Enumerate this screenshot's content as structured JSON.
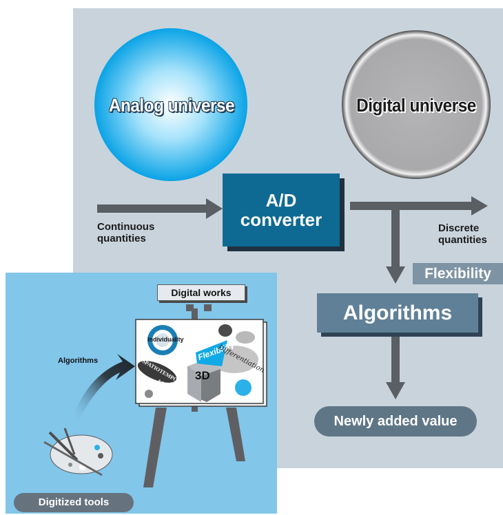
{
  "spheres": {
    "analog": "Analog universe",
    "digital": "Digital universe"
  },
  "converter": {
    "line1": "A/D",
    "line2": "converter"
  },
  "input_label": {
    "line1": "Continuous",
    "line2": "quantities"
  },
  "output_label": {
    "line1": "Discrete",
    "line2": "quantities"
  },
  "flexibility_tag": "Flexibility",
  "algorithms_box": "Algorithms",
  "result_pill": "Newly added value",
  "artwork": {
    "title_tag": "Digital works",
    "arrow_label": "Algorithms",
    "tools_label": "Digitized tools",
    "canvas_words": {
      "individuality": "Individuality",
      "flexibility": "Flexibility",
      "differentiation": "Differentiation",
      "spatiotemporal_1": "SPATIOTEMPORAL",
      "spatiotemporal_2": "ASPECTS",
      "three_d": "3D"
    }
  },
  "colors": {
    "main_panel": "#c9d3dc",
    "art_panel": "#82c6ea",
    "converter": "#0e6a93",
    "algorithms": "#5f8097",
    "arrow": "#5a5f64"
  }
}
